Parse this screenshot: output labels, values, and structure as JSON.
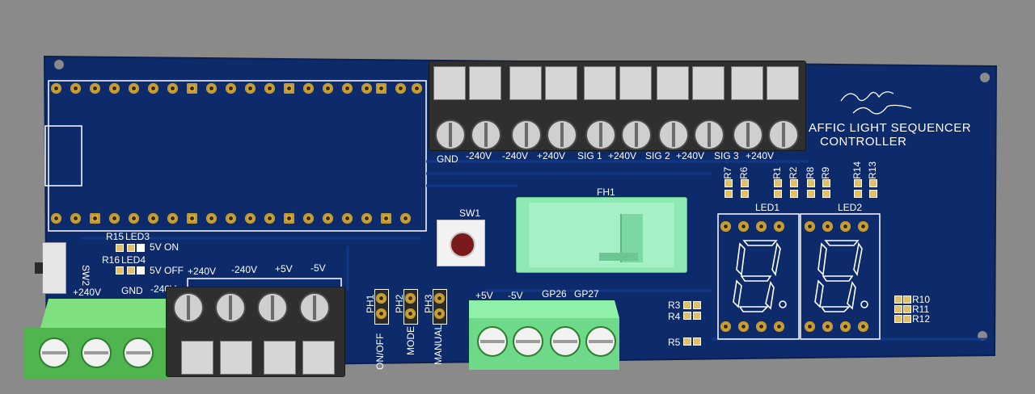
{
  "board": {
    "title_line1": "AFFIC LIGHT SEQUENCER",
    "title_line2": "CONTROLLER"
  },
  "top_terminal_labels": [
    "GND",
    "-240V",
    "-240V",
    "+240V",
    "SIG 1",
    "+240V",
    "SIG 2",
    "+240V",
    "SIG 3",
    "+240V"
  ],
  "resistor_labels_top": [
    "R7",
    "R6",
    "R1",
    "R2",
    "R8",
    "R9",
    "R14",
    "R13"
  ],
  "fuse": {
    "label": "FH1"
  },
  "switch1": {
    "label": "SW1"
  },
  "leds": {
    "led1": "LED1",
    "led2": "LED2"
  },
  "left_block": {
    "r15": "R15",
    "led3": "LED3",
    "led3_text": "5V ON",
    "r16": "R16",
    "led4": "LED4",
    "led4_text": "5V OFF",
    "sw2": "SW2"
  },
  "bottom_left_labels": [
    "+240V",
    "GND",
    "-240V"
  ],
  "black_terminal_labels": [
    "+240V",
    "-240V",
    "+5V",
    "-5V"
  ],
  "headers": {
    "ph1": "PH1",
    "ph2": "PH2",
    "ph3": "PH3",
    "on_off": "ON/OFF",
    "mode": "MODE",
    "manual": "MANUAL"
  },
  "green_terminal_labels": [
    "+5V",
    "-5V",
    "GP26",
    "GP27"
  ],
  "right_resistors": {
    "r3": "R3",
    "r4": "R4",
    "r5": "R5",
    "r10": "R10",
    "r11": "R11",
    "r12": "R12"
  },
  "colors": {
    "pcb": "#0d2a6b",
    "silk": "#ffffff",
    "pad": "#d8b24a",
    "terminal_black": "#2f2f2f",
    "terminal_green": "#5fc35f",
    "fuse_holder": "#8ee8b4"
  }
}
